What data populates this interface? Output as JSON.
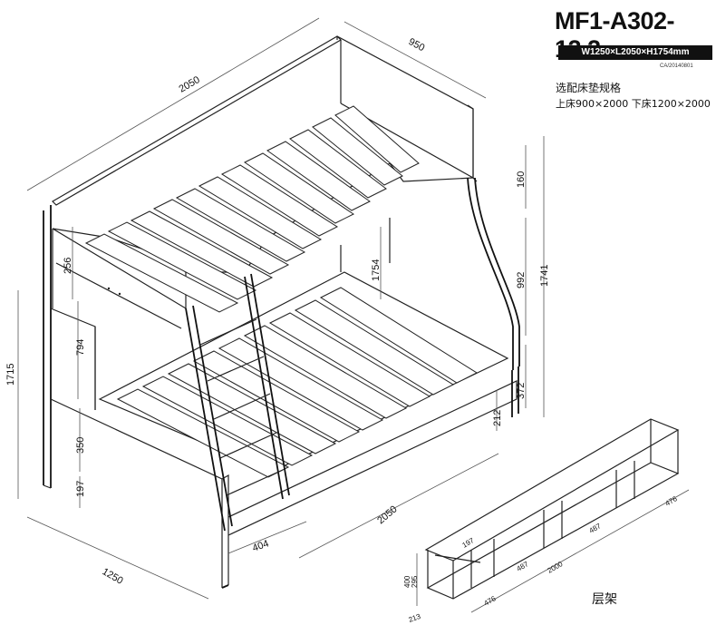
{
  "header": {
    "model": "MF1-A302-12.2",
    "size": "W1250×L2050×H1754mm",
    "code": "CA/20140801"
  },
  "mattress": {
    "title": "选配床垫规格",
    "detail": "上床900×2000  下床1200×2000"
  },
  "dimensions": {
    "top_width": "950",
    "total_length": "2050",
    "total_height_left": "1715",
    "panel_256": "256",
    "panel_794": "794",
    "panel_350": "350",
    "panel_197": "197",
    "rail_160": "160",
    "height_992": "992",
    "height_1741": "1741",
    "height_372": "372",
    "center_1754": "1754",
    "inner_212": "212",
    "bottom_width": "1250",
    "bottom_length": "2050",
    "ladder_404": "404"
  },
  "shelf": {
    "label": "层架",
    "dim_197": "197",
    "dim_487a": "487",
    "dim_487b": "487",
    "dim_2000": "2000",
    "dim_476a": "476",
    "dim_476b": "476",
    "dim_400": "400",
    "dim_295": "295",
    "dim_213": "213"
  },
  "colors": {
    "line": "#222222",
    "label_bar": "#111111"
  }
}
